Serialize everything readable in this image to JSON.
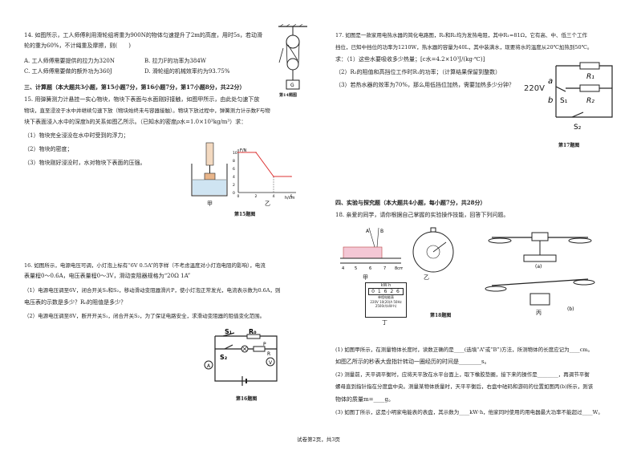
{
  "left": {
    "q14_stem1": "14. 如图所示，工人师傅利用滑轮组将重为900N的物体匀速提升了2m的高度，用时5s，若动滑",
    "q14_stem2": "轮的重为60%，不计绳重及摩擦，则(　　)",
    "q14_a": "A. 工人师傅需要提供的拉力为320N",
    "q14_b": "B. 拉力F的功率为384W",
    "q14_c": "C. 工人师傅需要做的额外功为360J",
    "q14_d": "D. 滑轮组的机械效率约为93.75%",
    "q14_fig_caption": "第14题图",
    "section3": "三、计算题（本大题共3小题，第15小题7分，第16小题7分，第17小题8分，共22分）",
    "q15_1": "15. 用弹簧测力计悬挂一实心物块，物块下表面与水面刚好接触，如图甲所示，由此处匀速下放",
    "q15_2": "物块，直至浸没于水中并继续匀速下放（物块始终未与容器接触）。物块下放过程中，弹簧测力计示数F与物",
    "q15_3": "块下表面浸入水中的深度h的关系如图乙所示。（已知水的密度ρ水=1.0×10³kg/m³）求：",
    "q15_p1": "（1）物块完全浸没在水中时受到的浮力；",
    "q15_p2": "（2）物块的密度；",
    "q15_p3": "（3）物块刚好浸没时，水对物块下表面的压强。",
    "q15_axis_y": "F/N",
    "q15_axis_x": "h/cm",
    "q15_label_a": "甲",
    "q15_label_b": "乙",
    "q15_caption": "第15题图",
    "q16_1": "16. 如图所示，电源电压可调，小灯泡上标有“6V 0.5A”的字样（不考虑温度对小灯泡电阻的影响），电流",
    "q16_2": "表量程0～0.6A，电压表量程0～3V，滑动变阻器规格为“20Ω 1A”",
    "q16_p1a": "（1）电源电压调至6V，闭合开关S₁和S₂，移动滑动变阻器滑片P，使小灯泡正常发光，电流表示数为0.6A，则",
    "q16_p1b": "电压表的示数是多少？R₀的阻值是多少？",
    "q16_p2": "（2）电源电压调至8V，断开开关S₁，闭合开关S₂，为了保证电路安全，求滑动变阻器的阻值变化范围。",
    "q16_caption": "第16题图"
  },
  "right": {
    "q17_1": "17. 如图是一款家用电热水器的简化电路图，R₁和R₂均为发热电阻，其中R₁=81Ω，它有高、中、低三个工作",
    "q17_2": "挡位，已知中挡位的功率为1210W，热水器的容量为40L，其中装满水，现要将水的温度从20℃加热到50℃。",
    "q17_3": "求：（1）这些水要吸收多少热量；[c水=4.2×10³J/(kg·℃)]",
    "q17_4": "（2）R₂的阻值和高挡位工作时R₁的功率；（计算结果保留到整数）",
    "q17_5": "（3）若热水器的效率为70%，那么用低挡位加热，需要加热多少分钟？",
    "q17_voltage": "220V",
    "q17_caption": "第17题图",
    "section4": "四、实验与探究题（本大题共4小题，每小题7分，共28分）",
    "q18_intro": "18. 亲爱的同学，请你根据自己掌握的实验操作技能，回答下列问题。",
    "q18_fig_caption": "第18题图",
    "q18_label_jia": "甲",
    "q18_label_yi": "乙",
    "q18_label_bing": "丙",
    "q18_label_ding": "丁",
    "meter_unit": "kW·h",
    "meter_reading": "0 1 6 2 6",
    "meter_text1": "单相电能表",
    "meter_text2": "220V 10(20)A 50Hz",
    "meter_text3": "2500r/(kW·h)",
    "q18_p1": "(1) 如图甲所示，在测量物体长度时，读数正确的是____(选填“A”或“B”)方法，所测物体的长度应记为____cm。",
    "q18_p1b": "如图乙所示的秒表大盘指针转动一圈经历的时间是________s。",
    "q18_p2": "(2) 测量前，天平调平衡时，应将天平放在水平台面上，取下橡胶垫圈，接下来的操作是________，再调节平衡",
    "q18_p2b": "螺母直到指针指在分度盘中央。测量某物体质量时，天平平衡后，右盘中砝码和游码的位置如图丙(b)所示，则该",
    "q18_p2c": "物体的质量m=____g。",
    "q18_p3": "(3) 如图丁所示，这是小明家电能表的表盘，其示数为____kW·h，他家同时使用的用电器最大功率不能超过____W。"
  },
  "footer": "试卷第2页，共3页",
  "chart_data": {
    "type": "line",
    "title": "",
    "xlabel": "h/cm",
    "ylabel": "F/N",
    "x": [
      0,
      2,
      4,
      6
    ],
    "values": [
      10,
      10,
      4,
      4
    ],
    "yticks": [
      0,
      2,
      4,
      6,
      8,
      10
    ],
    "xticks": [
      0,
      2,
      4,
      6
    ],
    "xlim": [
      0,
      6
    ],
    "ylim": [
      0,
      10
    ]
  }
}
